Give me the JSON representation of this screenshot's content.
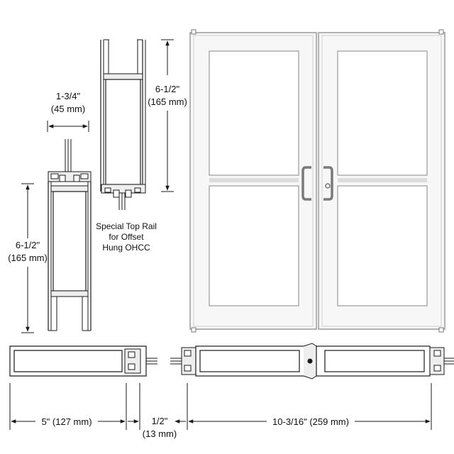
{
  "colors": {
    "line": "#1a1a1a",
    "frame_fill": "#f4f4f4",
    "frame_stroke": "#9a9a9a",
    "glass": "#ffffff",
    "profile_fill": "#eeeeee"
  },
  "dims": {
    "width_in": "1-3/4\"",
    "width_mm": "(45 mm)",
    "rail_height_in": "6-1/2\"",
    "rail_height_mm": "(165 mm)",
    "stile_height_in": "6-1/2\"",
    "stile_height_mm": "(165 mm)",
    "stile_width": "5\" (127 mm)",
    "gap_in": "1/2\"",
    "gap_mm": "(13 mm)",
    "rail_width": "10-3/16\" (259 mm)"
  },
  "captions": {
    "top_rail_line1": "Special Top Rail",
    "top_rail_line2": "for Offset",
    "top_rail_line3": "Hung OHCC"
  },
  "icons": {
    "pull_handle_left": "pull-handle-icon",
    "pull_handle_right": "pull-handle-icon"
  }
}
